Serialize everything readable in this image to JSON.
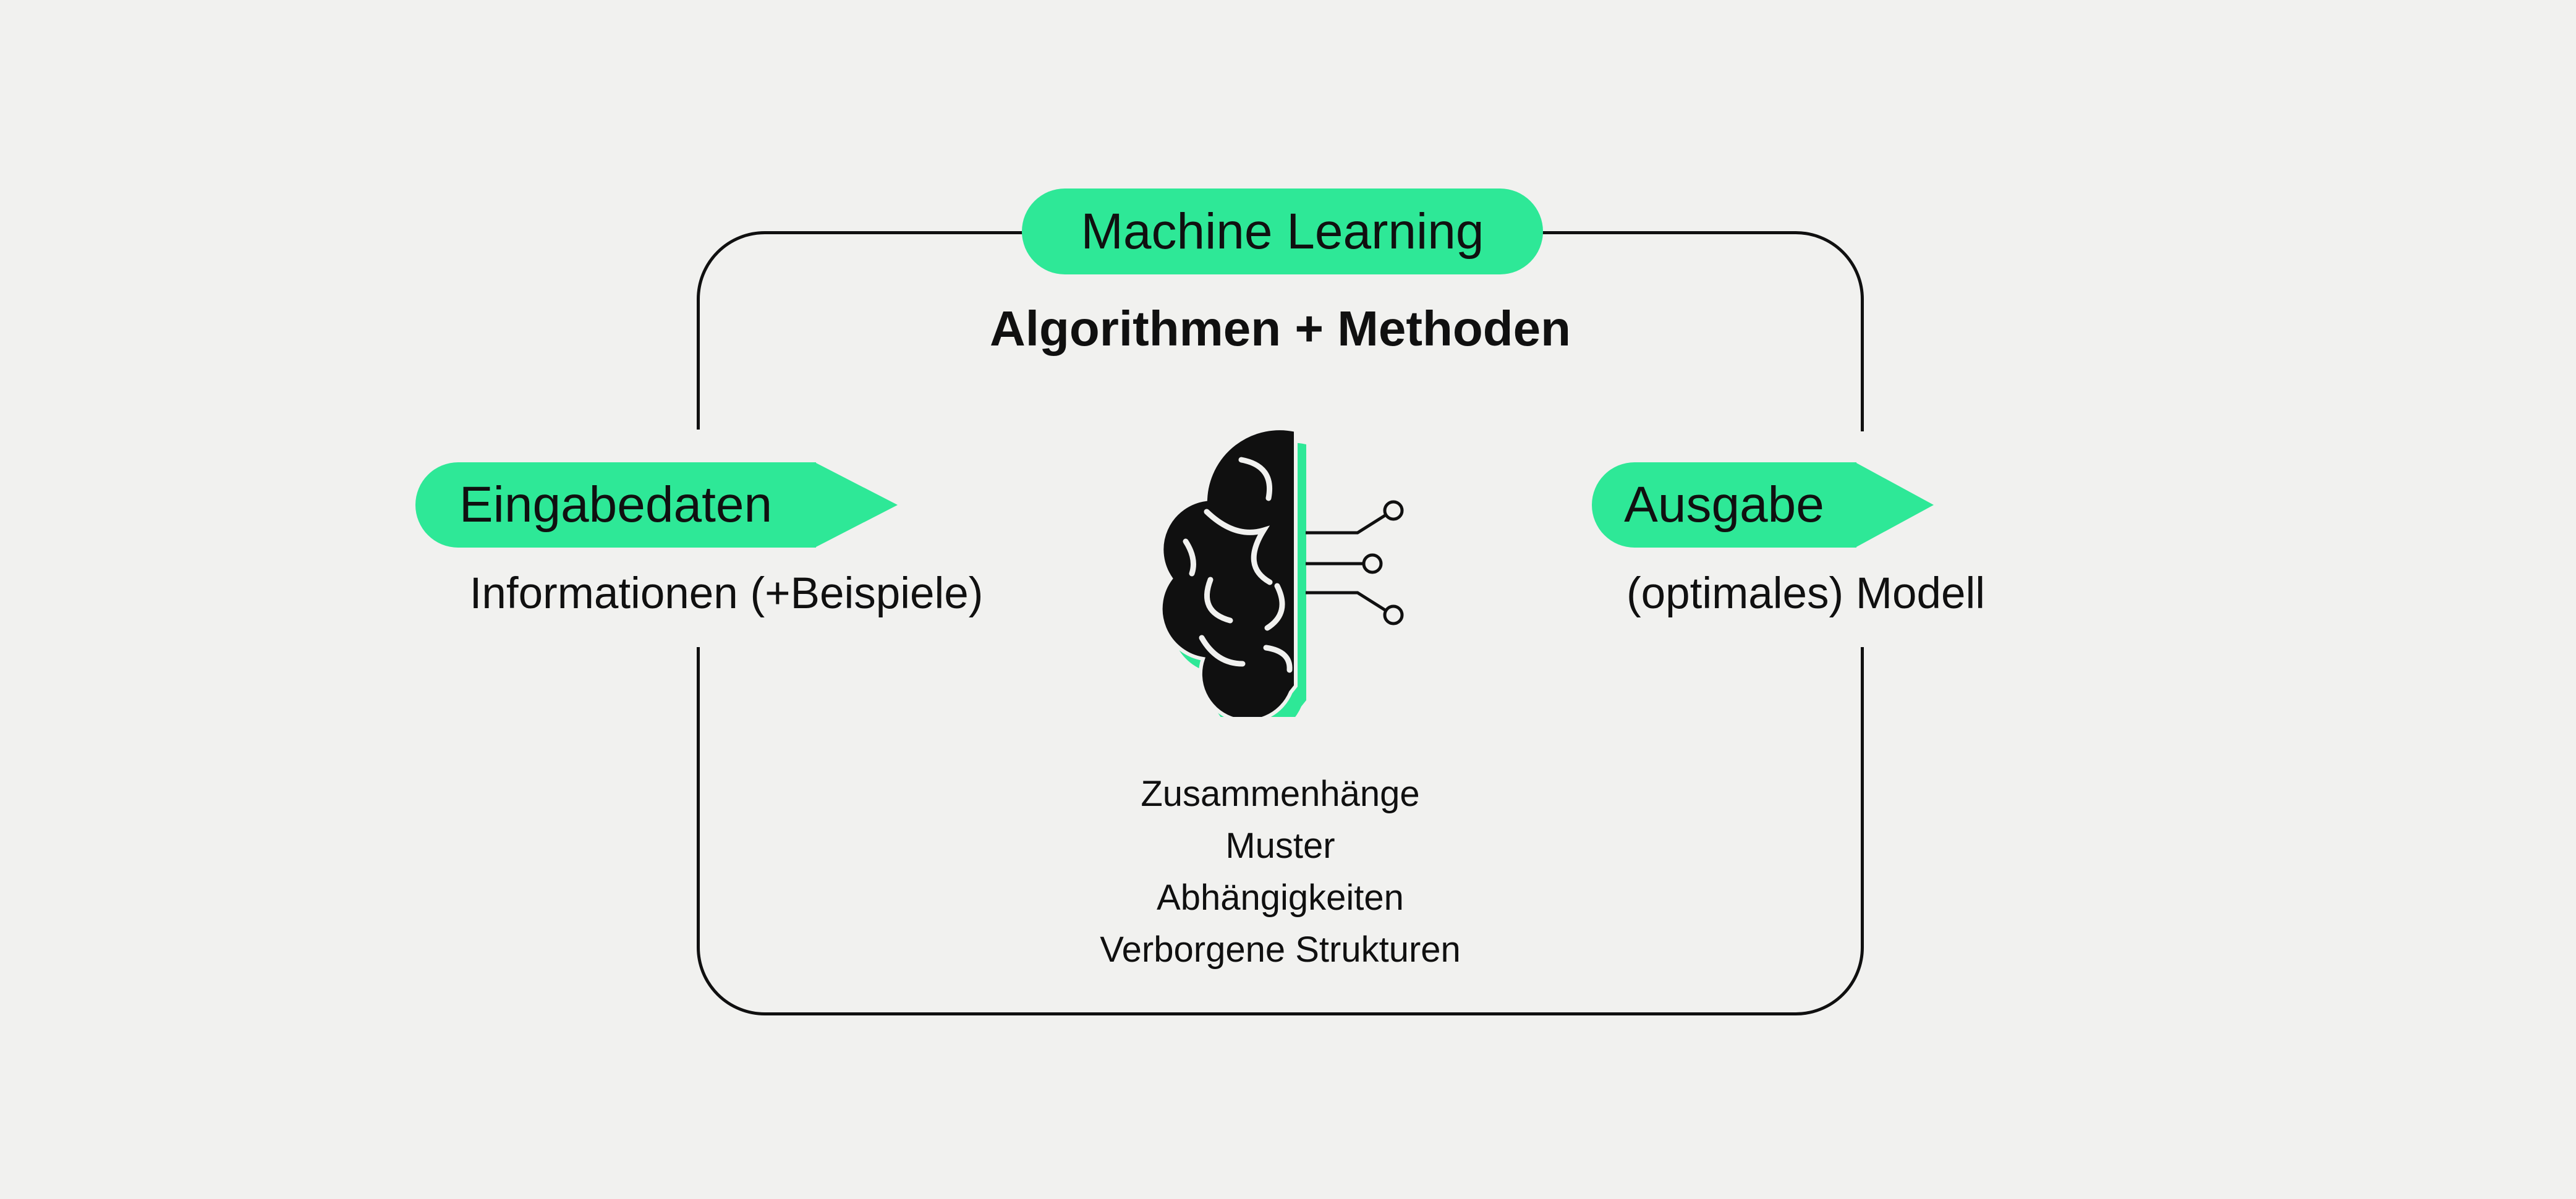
{
  "colors": {
    "bg": "#f1f1ef",
    "accent": "#2ee897",
    "ink": "#101010"
  },
  "top_badge": {
    "label": "Machine Learning"
  },
  "subtitle": {
    "text": "Algorithmen + Methoden"
  },
  "input": {
    "badge_label": "Eingabedaten",
    "caption": "Informationen (+Beispiele)"
  },
  "output": {
    "badge_label": "Ausgabe",
    "caption": "(optimales) Modell"
  },
  "center": {
    "icon_name": "brain-circuit-icon",
    "items": [
      "Zusammenhänge",
      "Muster",
      "Abhängigkeiten",
      "Verborgene Strukturen"
    ]
  }
}
